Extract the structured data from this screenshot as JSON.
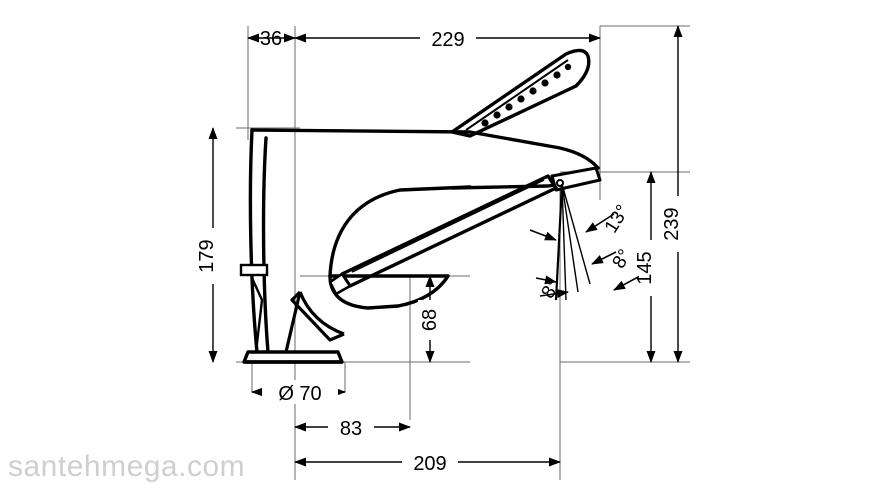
{
  "drawing": {
    "type": "technical-dimension-drawing",
    "subject": "bath mixer faucet with handshower, side elevation",
    "units": "mm",
    "line_color": "#000000",
    "thin_line_color": "#5a5a5a",
    "background": "#ffffff"
  },
  "dimensions": {
    "top_left_offset": "36",
    "top_span": "229",
    "left_height": "179",
    "right_inner_height": "145",
    "right_outer_height": "239",
    "mid_height": "68",
    "base_diameter": "Ø 70",
    "bottom_short": "83",
    "bottom_long": "209"
  },
  "angles": {
    "upper": "13°",
    "middle": "8°",
    "lower": "8°"
  },
  "watermark": {
    "text": "santehmega.com",
    "color": "#cfcfcf"
  }
}
